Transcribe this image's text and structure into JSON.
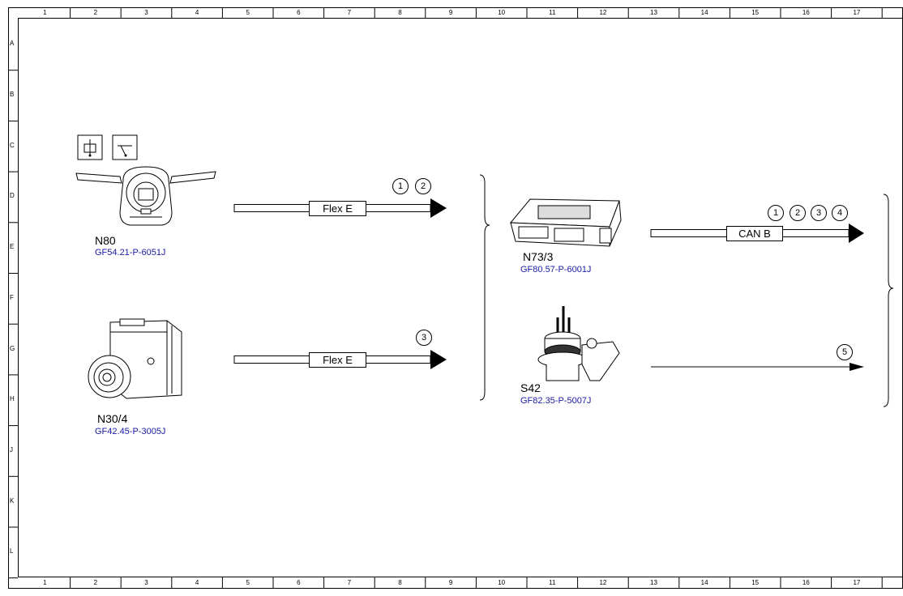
{
  "grid": {
    "columns": [
      "1",
      "2",
      "3",
      "4",
      "5",
      "6",
      "7",
      "8",
      "9",
      "10",
      "11",
      "12",
      "13",
      "14",
      "15",
      "16",
      "17"
    ],
    "rows": [
      "A",
      "B",
      "C",
      "D",
      "E",
      "F",
      "G",
      "H",
      "J",
      "K",
      "L"
    ]
  },
  "components": [
    {
      "id": "N80",
      "label": "N80",
      "ref": "GF54.21-P-6051J",
      "icon": "steering-column-module-icon"
    },
    {
      "id": "N30_4",
      "label": "N30/4",
      "ref": "GF42.45-P-3005J",
      "icon": "esp-control-unit-icon"
    },
    {
      "id": "N73_3",
      "label": "N73/3",
      "ref": "GF80.57-P-6001J",
      "icon": "control-module-icon"
    },
    {
      "id": "S42",
      "label": "S42",
      "ref": "GF82.35-P-5007J",
      "icon": "switch-icon"
    }
  ],
  "connections": [
    {
      "bus": "Flex E",
      "markers": [
        "1",
        "2"
      ]
    },
    {
      "bus": "Flex E",
      "markers": [
        "3"
      ]
    },
    {
      "bus": "CAN B",
      "markers": [
        "1",
        "2",
        "3",
        "4"
      ]
    },
    {
      "bus": "",
      "markers": [
        "5"
      ]
    }
  ]
}
